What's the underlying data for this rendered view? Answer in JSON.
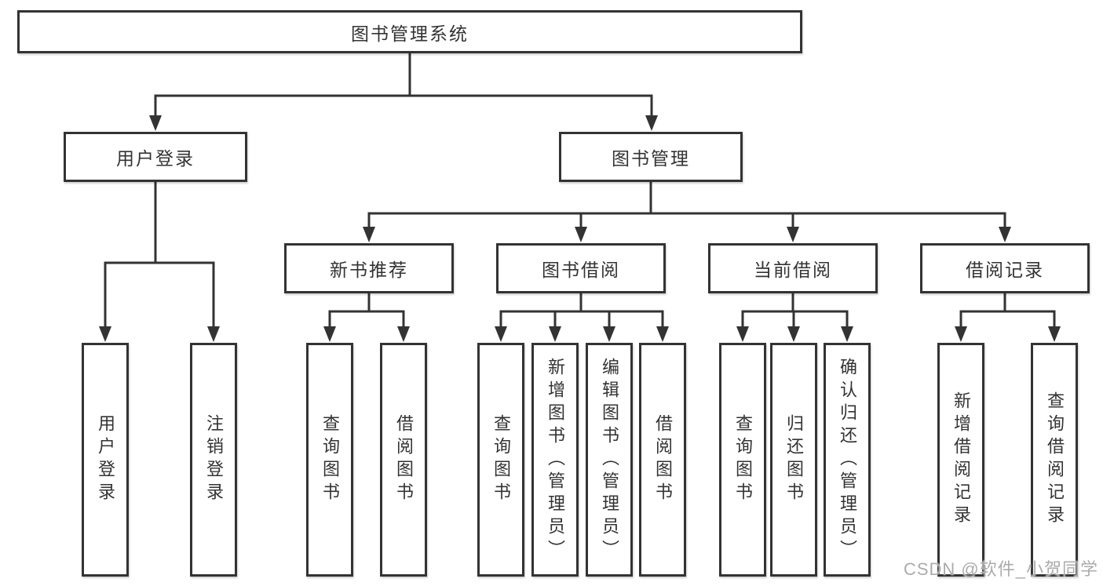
{
  "diagram": {
    "root": "图书管理系统",
    "level2": [
      "用户登录",
      "图书管理"
    ],
    "level3": [
      "新书推荐",
      "图书借阅",
      "当前借阅",
      "借阅记录"
    ],
    "leaves": {
      "login": [
        "用户登录",
        "注销登录"
      ],
      "recommend": [
        "查询图书",
        "借阅图书"
      ],
      "borrow": [
        "查询图书",
        "新增图书（管理员）",
        "编辑图书（管理员）",
        "借阅图书"
      ],
      "current": [
        "查询图书",
        "归还图书",
        "确认归还（管理员）"
      ],
      "records": [
        "新增借阅记录",
        "查询借阅记录"
      ]
    }
  },
  "colors": {
    "line": "#333333",
    "text": "#333333",
    "background": "#ffffff",
    "watermark": "#ababab"
  },
  "watermark": {
    "text": "CSDN @软件_小贺同学"
  }
}
